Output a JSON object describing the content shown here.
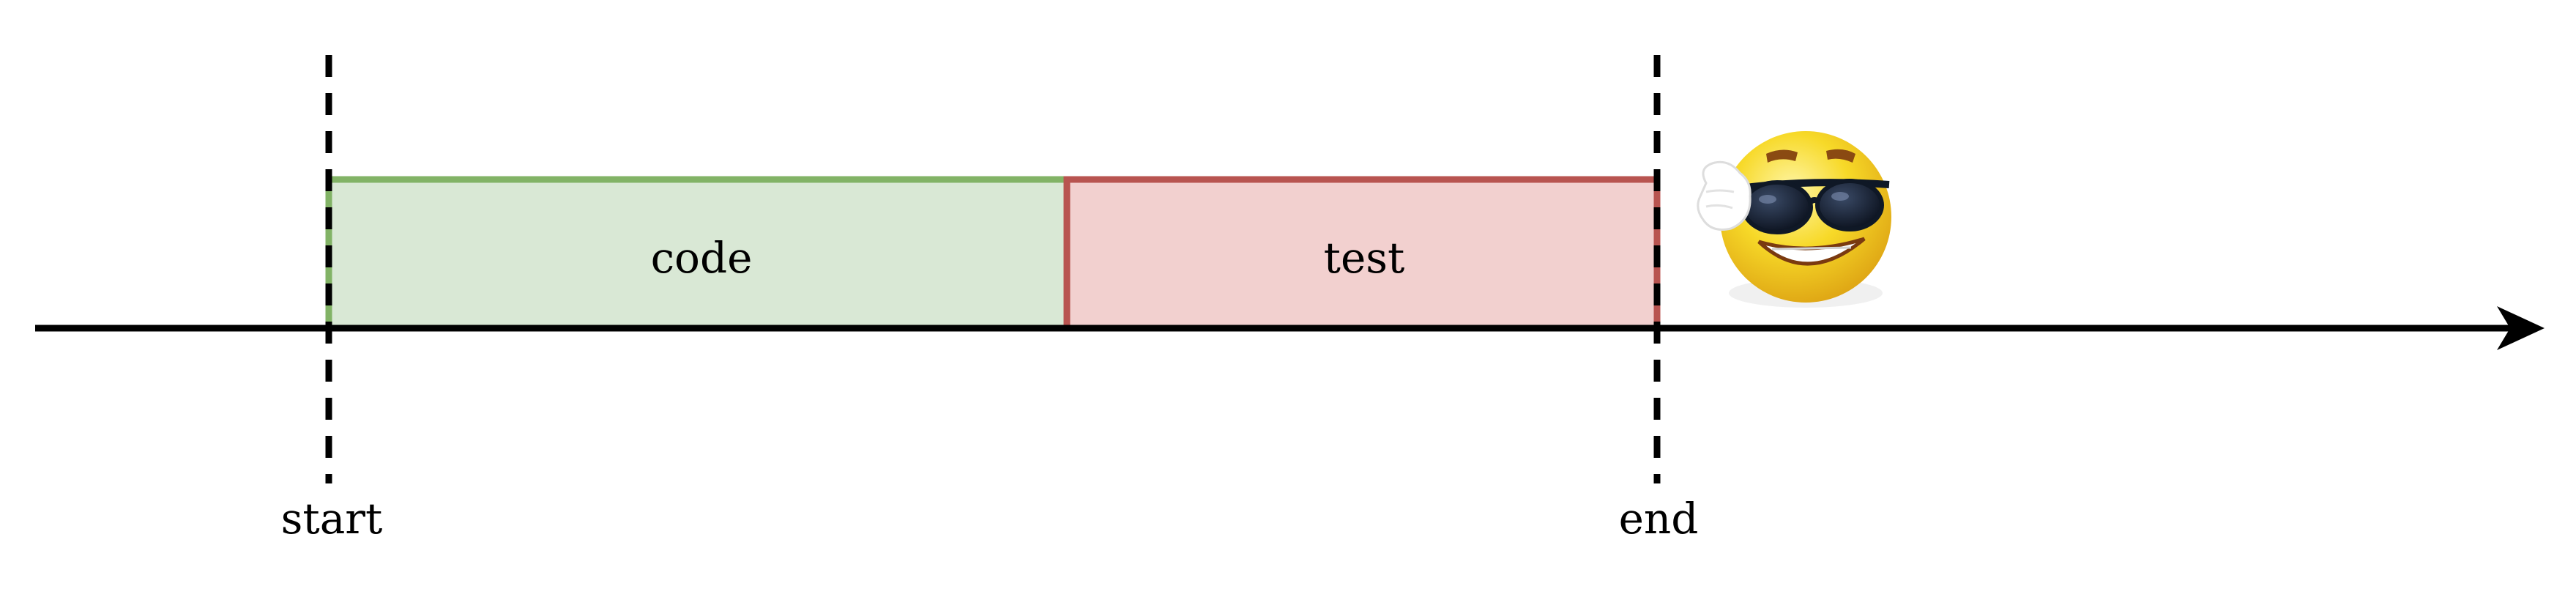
{
  "timeline": {
    "start_label": "start",
    "end_label": "end"
  },
  "phases": [
    {
      "label": "code",
      "fill": "#d9e8d5",
      "stroke": "#82b366"
    },
    {
      "label": "test",
      "fill": "#f2d0cf",
      "stroke": "#b85450"
    }
  ],
  "axis": {
    "color": "#000000"
  },
  "emoji": {
    "icon": "cool-sunglasses-emoji-icon",
    "face_color": "#f5d21f",
    "glasses_color": "#0f1826"
  }
}
